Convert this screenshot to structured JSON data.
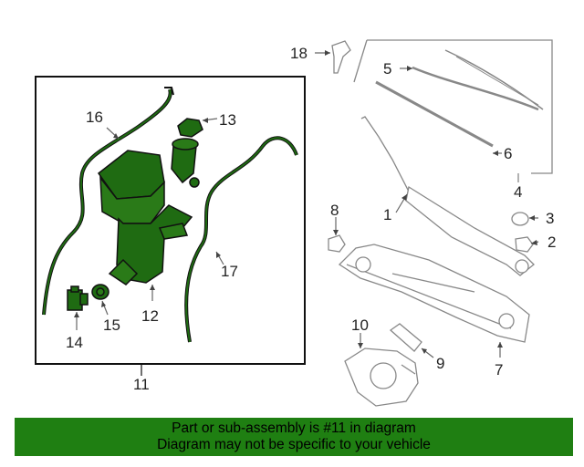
{
  "callouts": {
    "c1": "1",
    "c2": "2",
    "c3": "3",
    "c4": "4",
    "c5": "5",
    "c6": "6",
    "c7": "7",
    "c8": "8",
    "c9": "9",
    "c10": "10",
    "c11": "11",
    "c12": "12",
    "c13": "13",
    "c14": "14",
    "c15": "15",
    "c16": "16",
    "c17": "17",
    "c18": "18"
  },
  "colors": {
    "highlight": "#1f6b12",
    "banner": "#1f7f12",
    "line": "#888888"
  },
  "banner": {
    "line1": "Part or sub-assembly is #11 in diagram",
    "line2": "Diagram may not be specific to your vehicle"
  }
}
